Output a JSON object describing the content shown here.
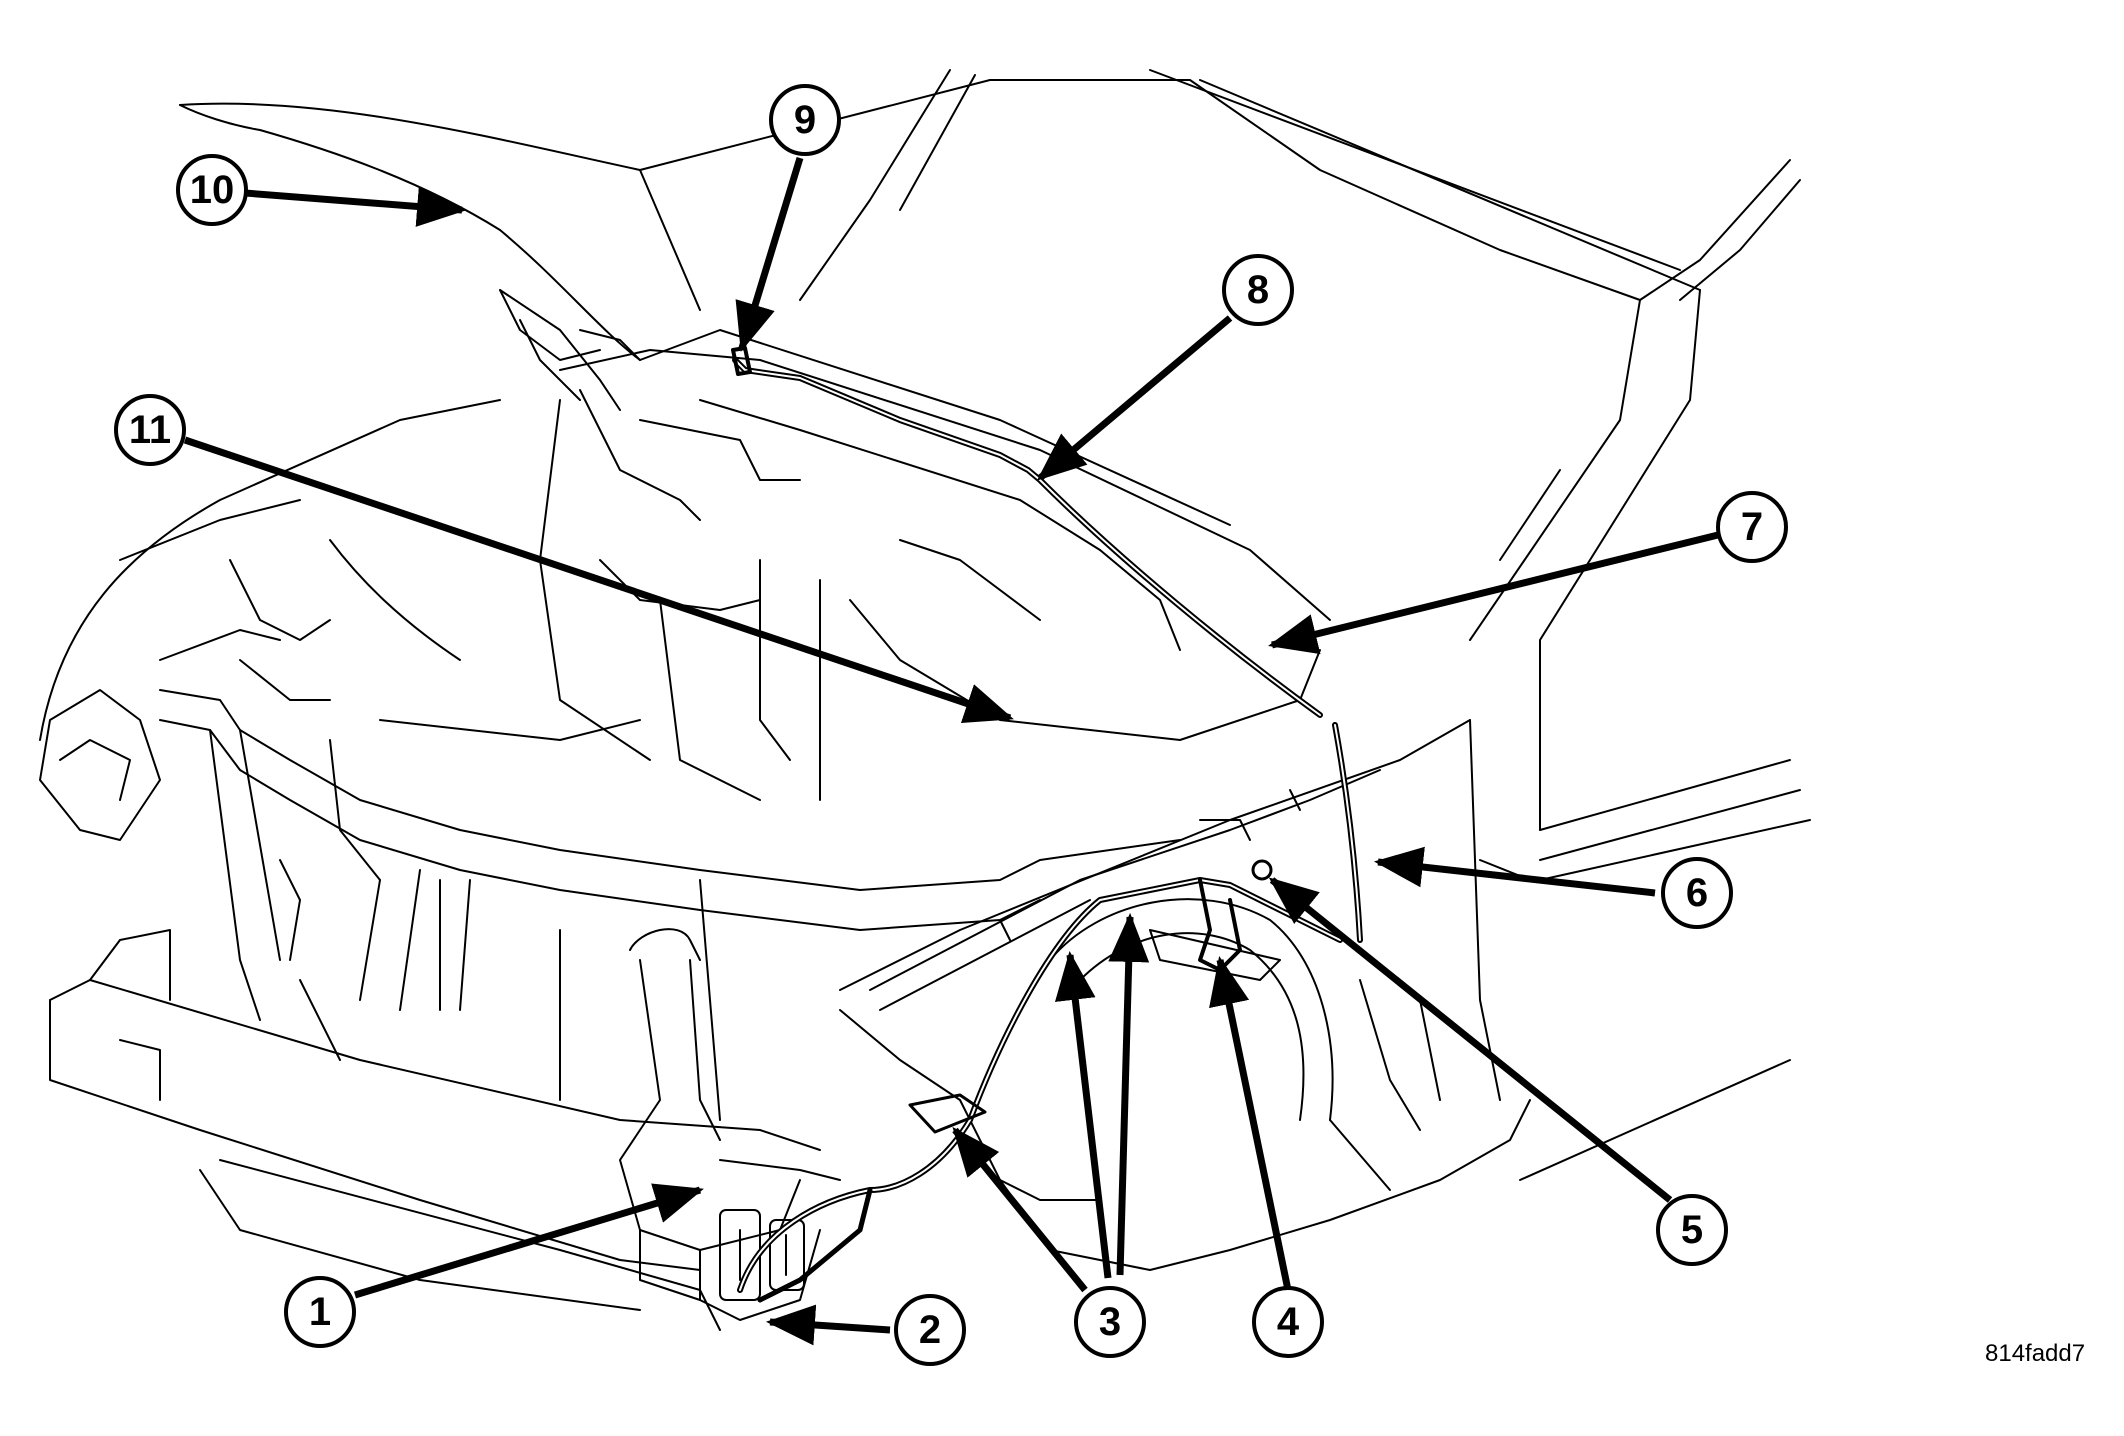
{
  "figure_id": "814fadd7",
  "callouts": [
    {
      "id": "1",
      "label": "1"
    },
    {
      "id": "2",
      "label": "2"
    },
    {
      "id": "3",
      "label": "3"
    },
    {
      "id": "4",
      "label": "4"
    },
    {
      "id": "5",
      "label": "5"
    },
    {
      "id": "6",
      "label": "6"
    },
    {
      "id": "7",
      "label": "7"
    },
    {
      "id": "8",
      "label": "8"
    },
    {
      "id": "9",
      "label": "9"
    },
    {
      "id": "10",
      "label": "10"
    },
    {
      "id": "11",
      "label": "11"
    }
  ],
  "colors": {
    "line": "#000000",
    "background": "#ffffff"
  }
}
